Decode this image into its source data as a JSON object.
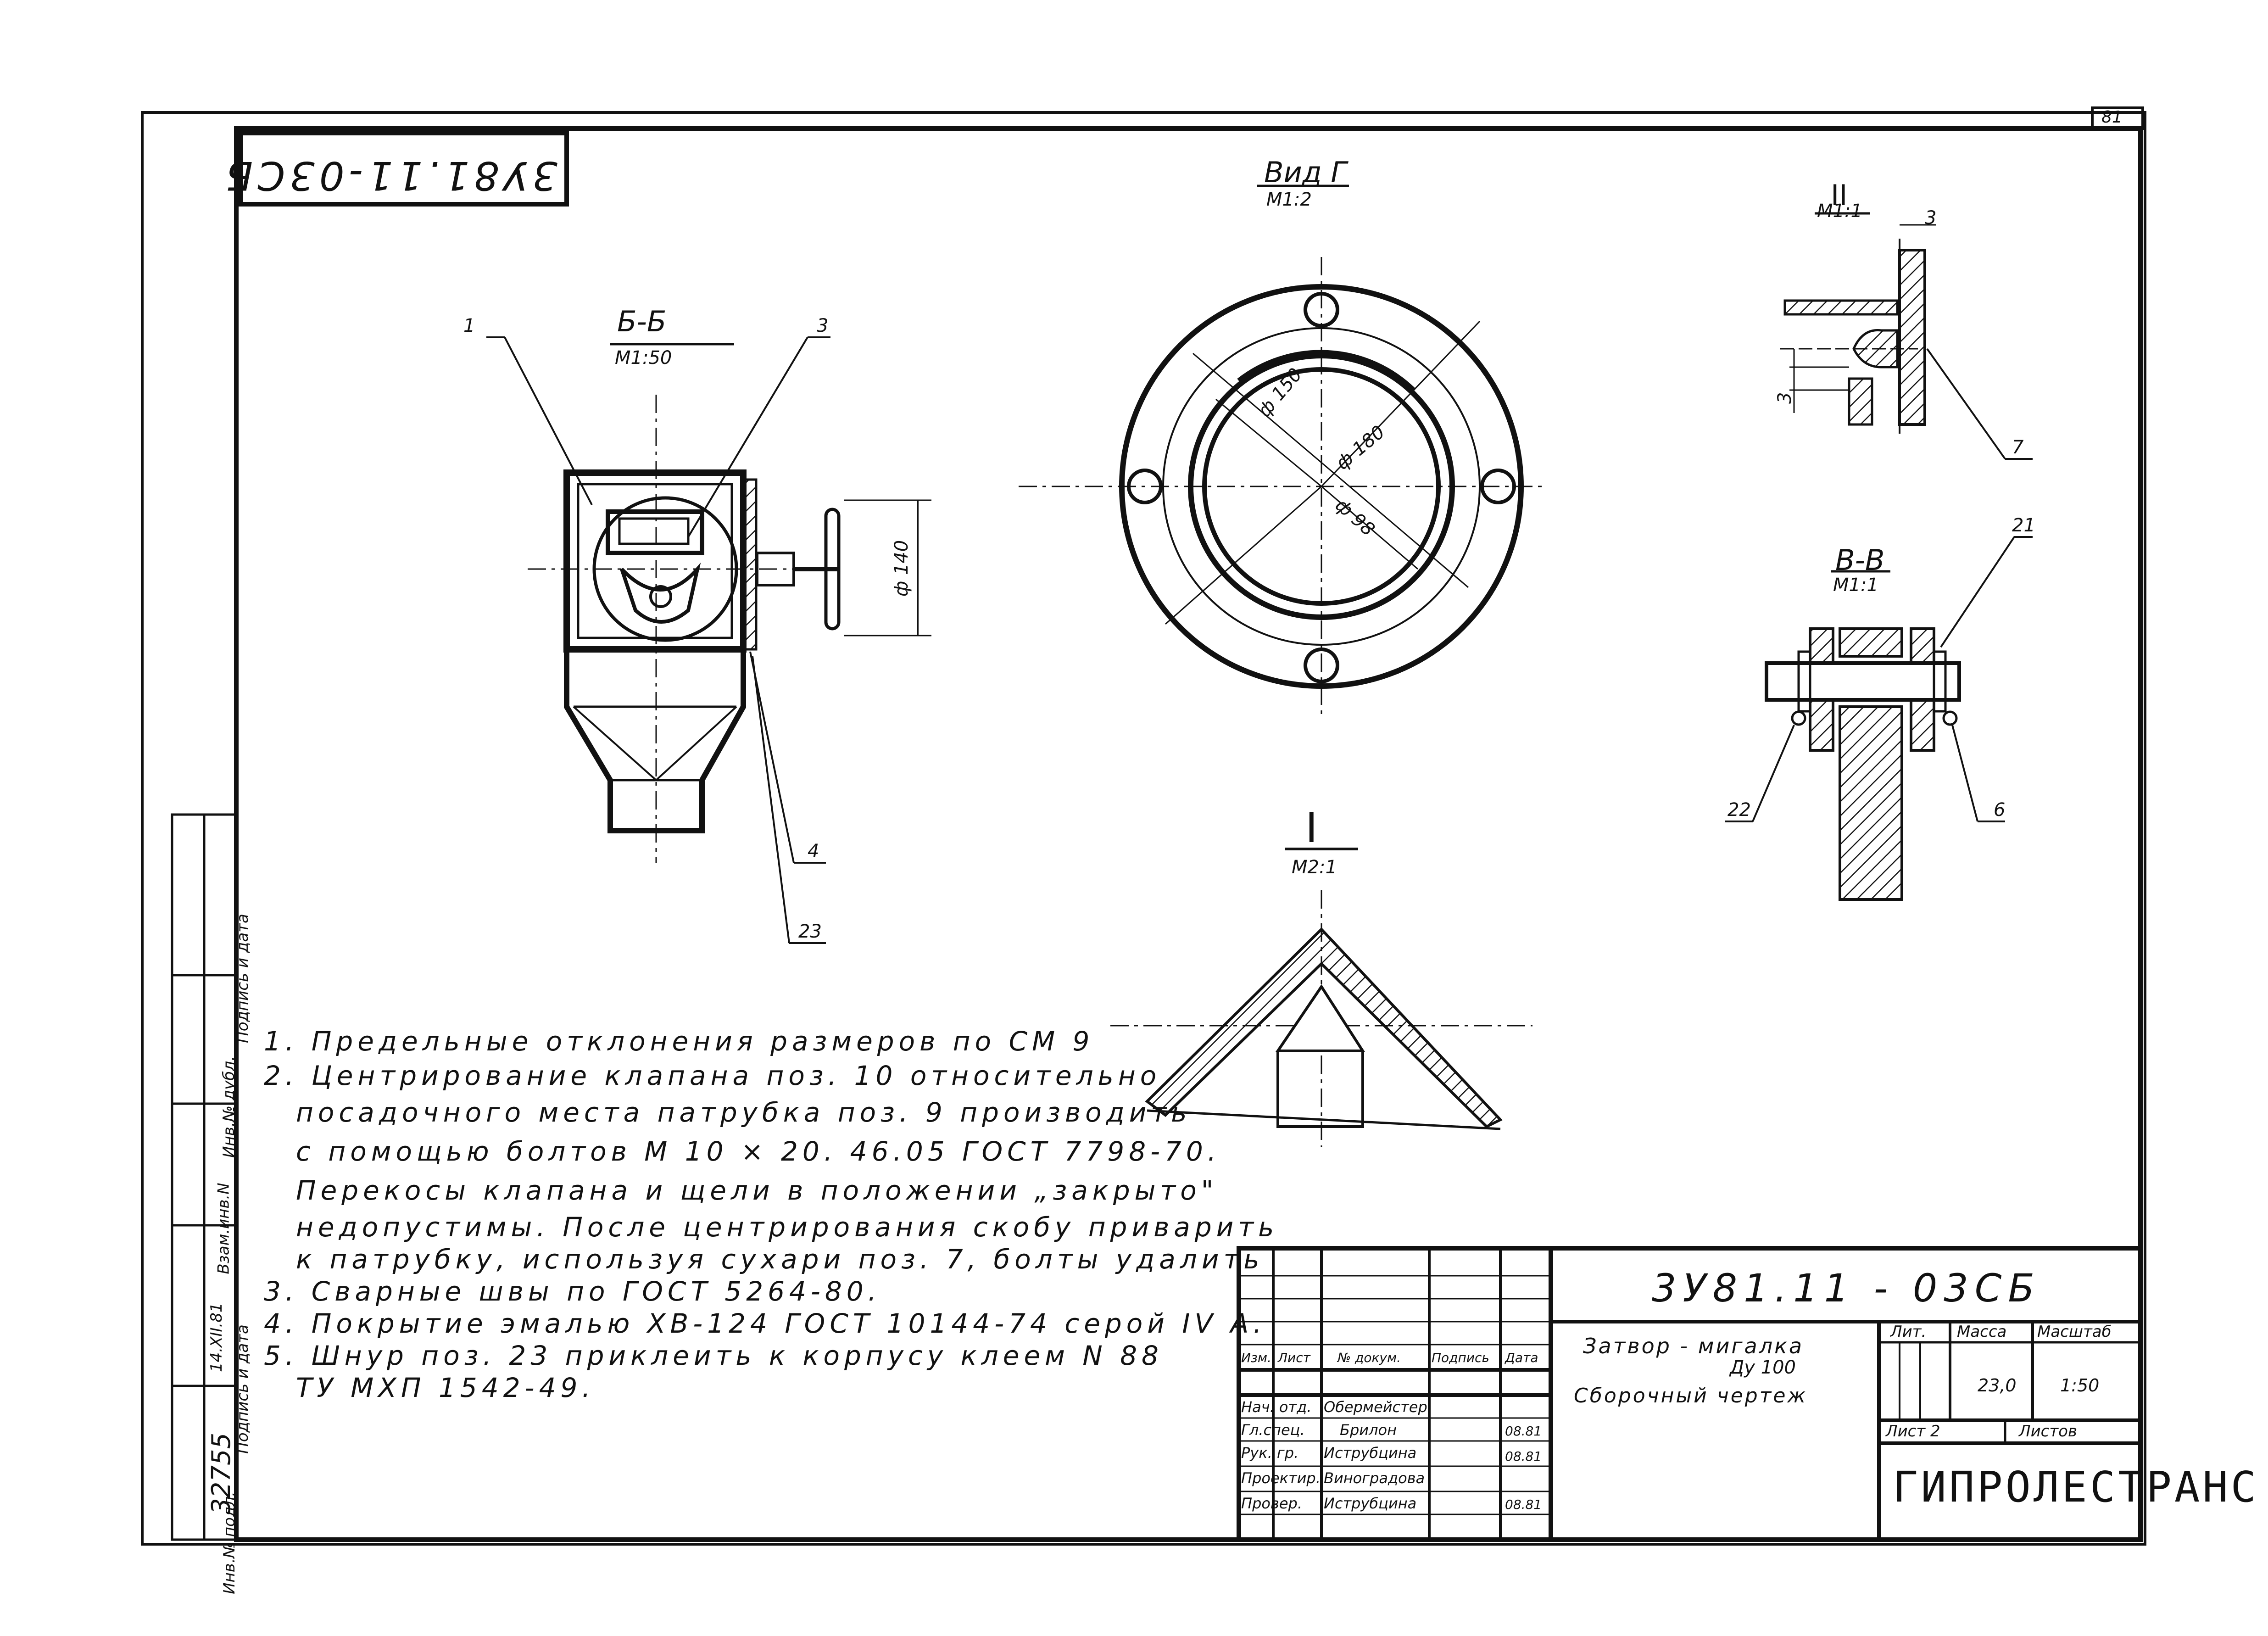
{
  "sheet": {
    "sheet_no": "81",
    "stamp": "3У81.11-03СБ"
  },
  "views": {
    "section_b": {
      "title": "Б-Б",
      "scale": "М1:50"
    },
    "view_g": {
      "title": "Вид Г",
      "scale": "М1:2"
    },
    "detail_ii": {
      "title": "II",
      "scale": "М1:1"
    },
    "section_v": {
      "title": "В-В",
      "scale": "М1:1"
    },
    "detail_i": {
      "title": "I",
      "scale": "М2:1"
    }
  },
  "callouts": {
    "c1": "1",
    "c3": "3",
    "c4": "4",
    "c23": "23",
    "c7": "7",
    "c21": "21",
    "c22": "22",
    "c6": "6",
    "dim_3a": "3",
    "dim_3b": "3"
  },
  "dimensions": {
    "d140": "ф 140",
    "d150": "ф 150",
    "d180": "ф 180",
    "d98": "ф 98"
  },
  "notes": [
    "1. Предельные отклонения размеров по СМ 9",
    "2. Центрирование клапана поз. 10 относительно",
    "посадочного места патрубка поз. 9 производить",
    "с помощью болтов М 10 × 20. 46.05 ГОСТ 7798-70.",
    "Перекосы клапана и щели в положении „закрыто\"",
    "недопустимы. После центрирования скобу приварить",
    "к патрубку, используя сухари поз. 7, болты удалить",
    "3. Сварные швы по ГОСТ 5264-80.",
    "4. Покрытие эмалью ХВ-124 ГОСТ 10144-74 серой IV А.",
    "5. Шнур поз. 23 приклеить к корпусу клеем N 88",
    "ТУ МХП 1542-49."
  ],
  "side_strip": {
    "labels": [
      "Инв.№ подл.",
      "Подпись и дата",
      "Взам.инв.N",
      "Инв.№ дубл.",
      "Подпись и дата"
    ],
    "inv_no": "32755",
    "date": "14.XII.81"
  },
  "title_block": {
    "doc_no": "3У81.11 - 03СБ",
    "name_line1": "Затвор - мигалка",
    "name_line2": "Ду 100",
    "name_line3": "Сборочный чертеж",
    "col_lit": "Лит.",
    "col_mass": "Масса",
    "col_scale": "Масштаб",
    "mass": "23,0",
    "scale": "1:50",
    "sheet": "Лист 2",
    "sheets": "Листов",
    "org": "ГИПРОЛЕСТРАНС",
    "header": [
      "Изм.",
      "Лист",
      "№ докум.",
      "Подпись",
      "Дата"
    ],
    "rows": [
      {
        "role": "Нач. отд.",
        "name": "Обермейстер",
        "date": ""
      },
      {
        "role": "Гл.спец.",
        "name": "Брилон",
        "date": "08.81"
      },
      {
        "role": "Рук. гр.",
        "name": "Иструбцина",
        "date": "08.81"
      },
      {
        "role": "Проектир.",
        "name": "Виноградова",
        "date": ""
      },
      {
        "role": "Провер.",
        "name": "Иструбцина",
        "date": "08.81"
      }
    ]
  }
}
